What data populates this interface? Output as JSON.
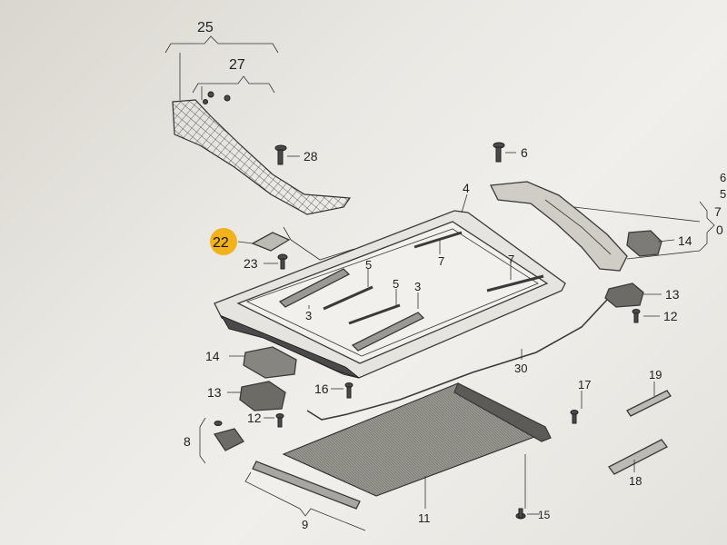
{
  "callouts": {
    "c25": "25",
    "c27": "27",
    "c28": "28",
    "c6": "6",
    "c4": "4",
    "c22": "22",
    "c23": "23",
    "c5a": "5",
    "c5b": "5",
    "c3a": "3",
    "c3b": "3",
    "c7a": "7",
    "c7b": "7",
    "c7r": "7",
    "c14r": "14",
    "c13r": "13",
    "c12r": "12",
    "c30": "30",
    "c14l": "14",
    "c13l": "13",
    "c16": "16",
    "c12l": "12",
    "c8": "8",
    "c9": "9",
    "c11": "11",
    "c15": "15",
    "c17": "17",
    "c19": "19",
    "c18": "18",
    "edge6": "6",
    "edge5": "5",
    "edge0": "0"
  },
  "highlight": {
    "color": "#f2b21b"
  }
}
